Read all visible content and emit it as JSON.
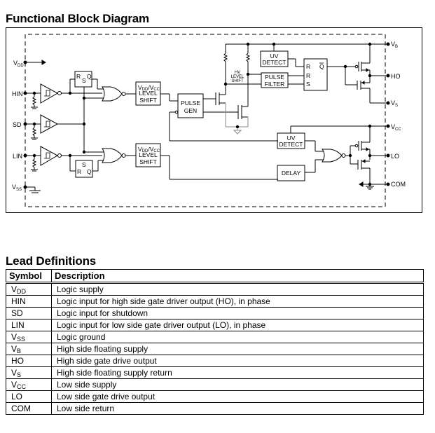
{
  "block_diagram": {
    "title": "Functional Block Diagram",
    "pins_left": [
      {
        "name": "V",
        "sub": "DD"
      },
      {
        "name": "HIN",
        "sub": ""
      },
      {
        "name": "SD",
        "sub": ""
      },
      {
        "name": "LIN",
        "sub": ""
      },
      {
        "name": "V",
        "sub": "SS"
      }
    ],
    "pins_right": [
      {
        "name": "V",
        "sub": "B"
      },
      {
        "name": "HO",
        "sub": ""
      },
      {
        "name": "V",
        "sub": "S"
      },
      {
        "name": "V",
        "sub": "CC"
      },
      {
        "name": "LO",
        "sub": ""
      },
      {
        "name": "COM",
        "sub": ""
      }
    ],
    "blocks": {
      "level_shift_top": {
        "line1_a": "V",
        "line1_a_sub": "DD",
        "line1_b": "/V",
        "line1_b_sub": "CC",
        "line2": "LEVEL",
        "line3": "SHIFT"
      },
      "level_shift_bottom": {
        "line1_a": "V",
        "line1_a_sub": "DD",
        "line1_b": "/V",
        "line1_b_sub": "CC",
        "line2": "LEVEL",
        "line3": "SHIFT"
      },
      "pulse_gen": {
        "line1": "PULSE",
        "line2": "GEN"
      },
      "hv_level_shift": {
        "line1": "HV",
        "line2": "LEVEL",
        "line3": "SHIFT"
      },
      "uv_detect_high": {
        "line1": "UV",
        "line2": "DETECT"
      },
      "pulse_filter": {
        "line1": "PULSE",
        "line2": "FILTER"
      },
      "rs_latch_high": {
        "r1": "R",
        "r2": "R",
        "s": "S",
        "q": "Q"
      },
      "uv_detect_low": {
        "line1": "UV",
        "line2": "DETECT"
      },
      "delay": {
        "line1": "DELAY"
      },
      "rs_ff_hin": {
        "r": "R",
        "s": "S",
        "q": "Q"
      },
      "rs_ff_lin": {
        "r": "R",
        "s": "S",
        "q": "Q"
      }
    }
  },
  "lead_definitions": {
    "title": "Lead Definitions",
    "headers": {
      "symbol": "Symbol",
      "description": "Description"
    },
    "rows": [
      {
        "symbol": "V",
        "sub": "DD",
        "description": "Logic supply"
      },
      {
        "symbol": "HIN",
        "sub": "",
        "description": "Logic input for high side gate driver output (HO), in phase"
      },
      {
        "symbol": "SD",
        "sub": "",
        "description": "Logic input for shutdown"
      },
      {
        "symbol": "LIN",
        "sub": "",
        "description": "Logic input for low side gate driver output (LO), in phase"
      },
      {
        "symbol": "V",
        "sub": "SS",
        "description": "Logic ground"
      },
      {
        "symbol": "V",
        "sub": "B",
        "description": "High side floating supply"
      },
      {
        "symbol": "HO",
        "sub": "",
        "description": "High side gate drive output"
      },
      {
        "symbol": "V",
        "sub": "S",
        "description": "High side floating supply return"
      },
      {
        "symbol": "V",
        "sub": "CC",
        "description": "Low side supply"
      },
      {
        "symbol": "LO",
        "sub": "",
        "description": "Low side gate drive output"
      },
      {
        "symbol": "COM",
        "sub": "",
        "description": "Low side return"
      }
    ]
  }
}
